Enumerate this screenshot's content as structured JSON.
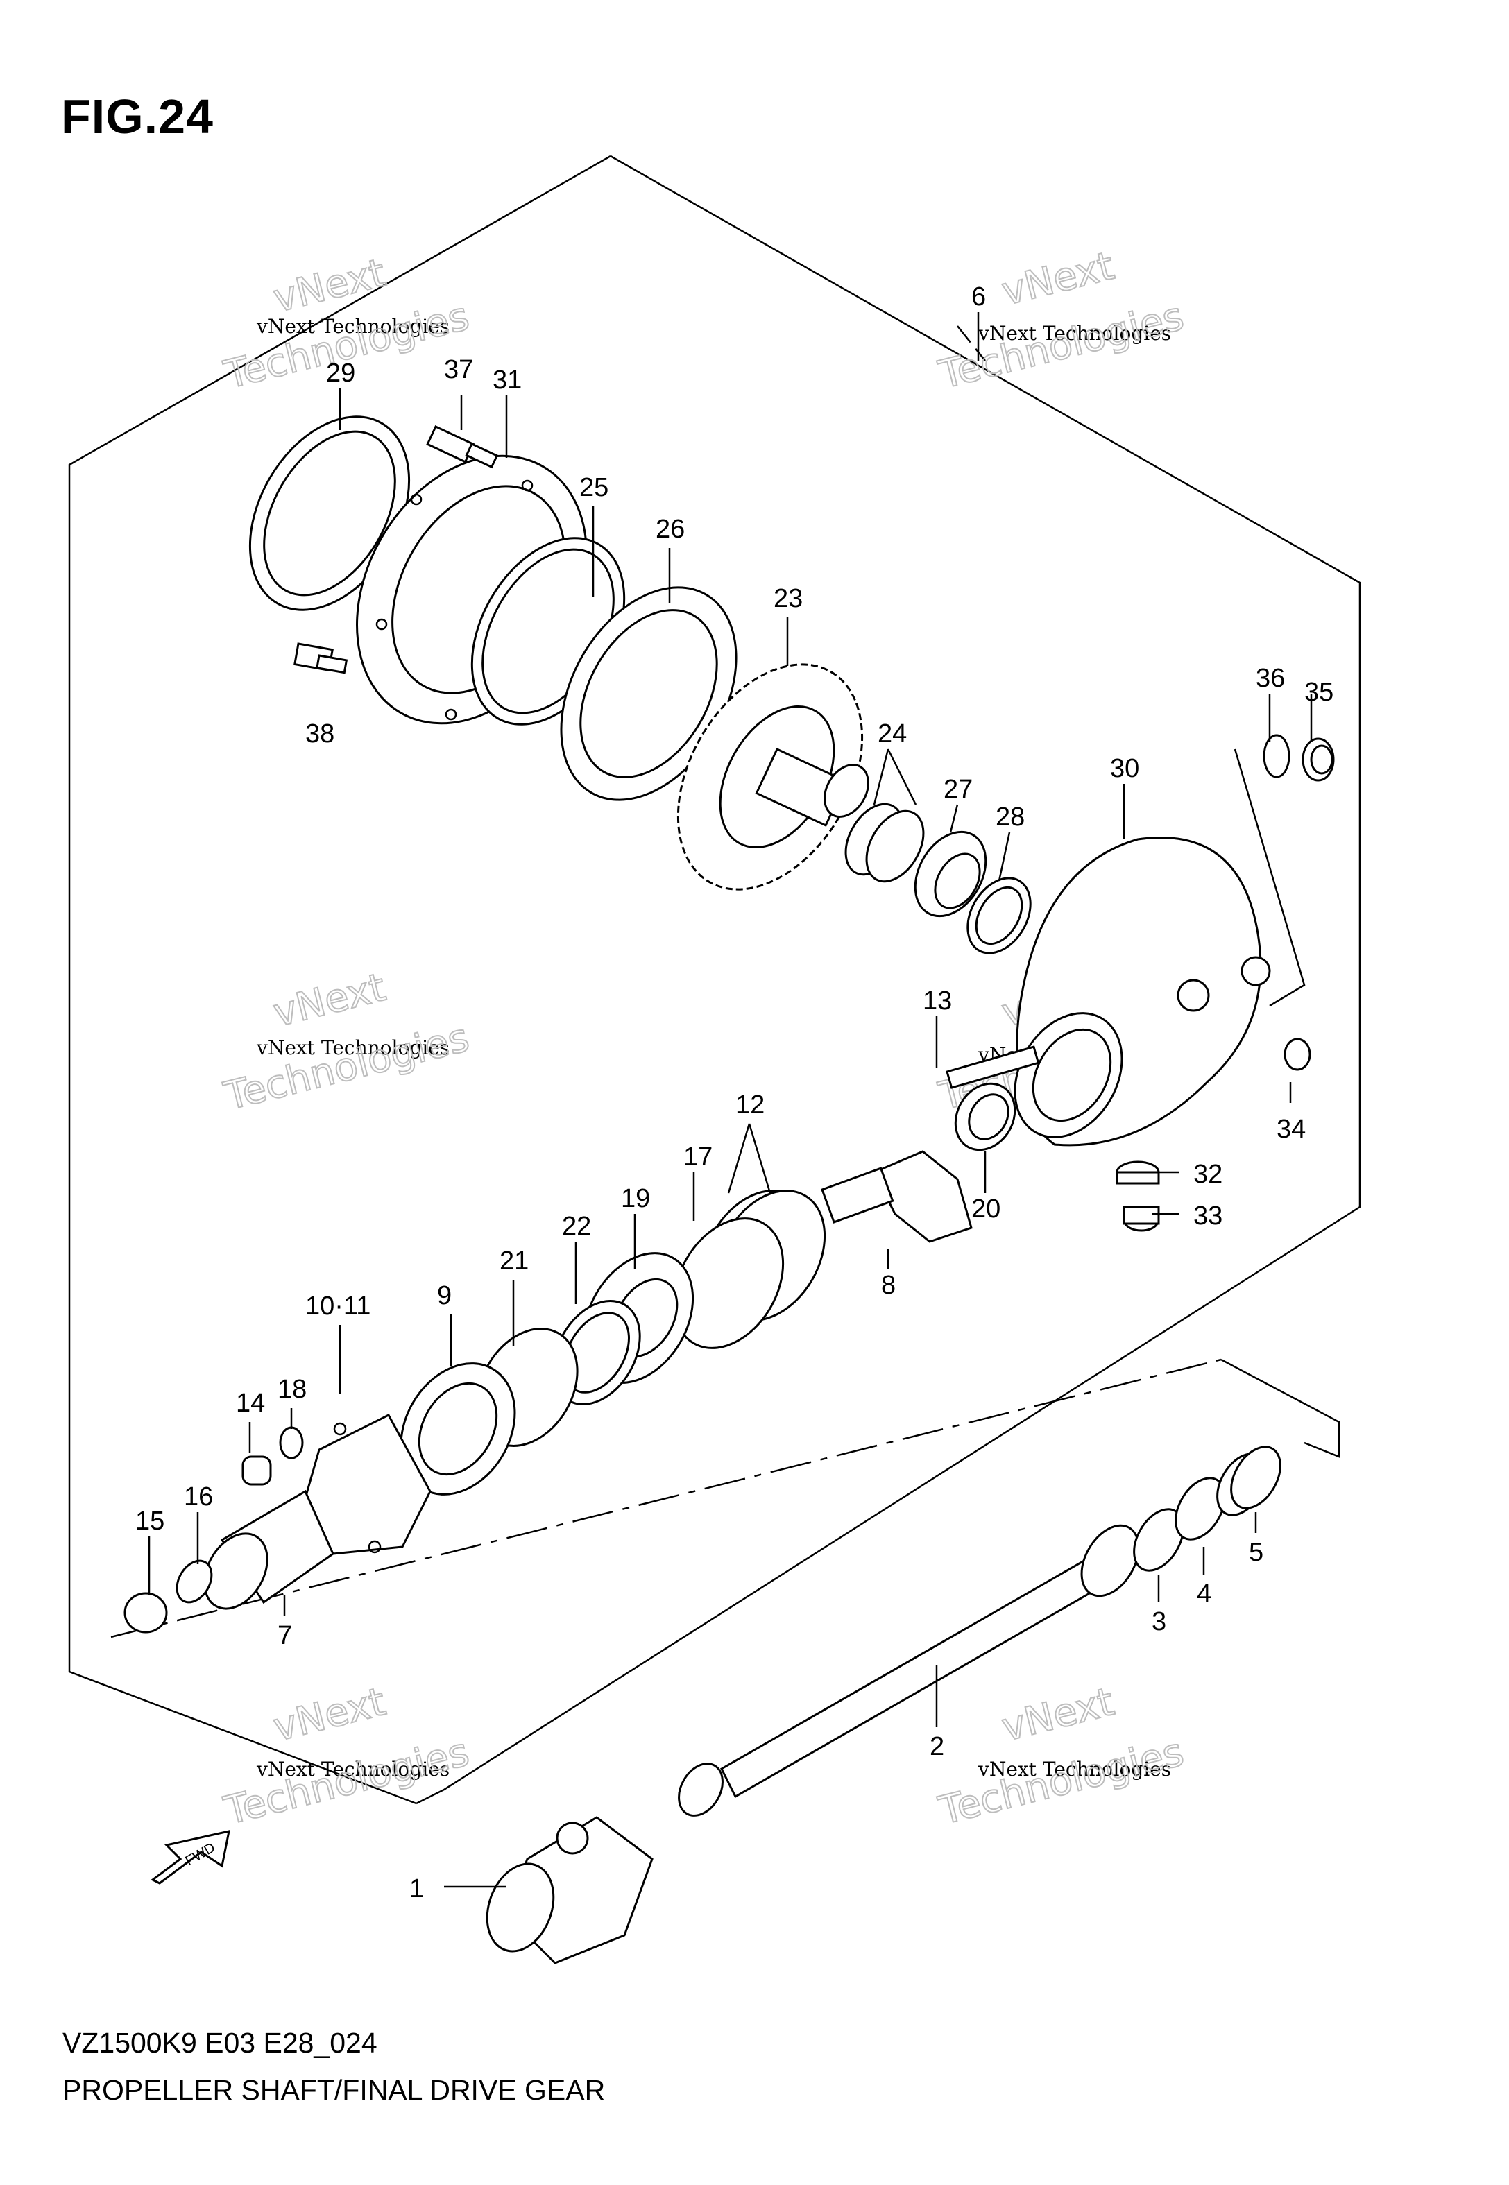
{
  "header": {
    "fig_label": "FIG.24"
  },
  "footer": {
    "model_code": "VZ1500K9 E03 E28_024",
    "title": "PROPELLER SHAFT/FINAL DRIVE GEAR"
  },
  "fwd_label": "FWD",
  "watermark": {
    "line1": "vNext Technologies",
    "line2": "vNext",
    "line3": "Technologies"
  },
  "callouts": {
    "c1": "1",
    "c2": "2",
    "c3": "3",
    "c4": "4",
    "c5": "5",
    "c6": "6",
    "c7": "7",
    "c8": "8",
    "c9": "9",
    "c10_11": "10·11",
    "c12": "12",
    "c13": "13",
    "c14": "14",
    "c15": "15",
    "c16": "16",
    "c17": "17",
    "c18": "18",
    "c19": "19",
    "c20": "20",
    "c21": "21",
    "c22": "22",
    "c23": "23",
    "c24": "24",
    "c25": "25",
    "c26": "26",
    "c27": "27",
    "c28": "28",
    "c29": "29",
    "c30": "30",
    "c31": "31",
    "c32": "32",
    "c33": "33",
    "c34": "34",
    "c35": "35",
    "c36": "36",
    "c37": "37",
    "c38": "38"
  }
}
